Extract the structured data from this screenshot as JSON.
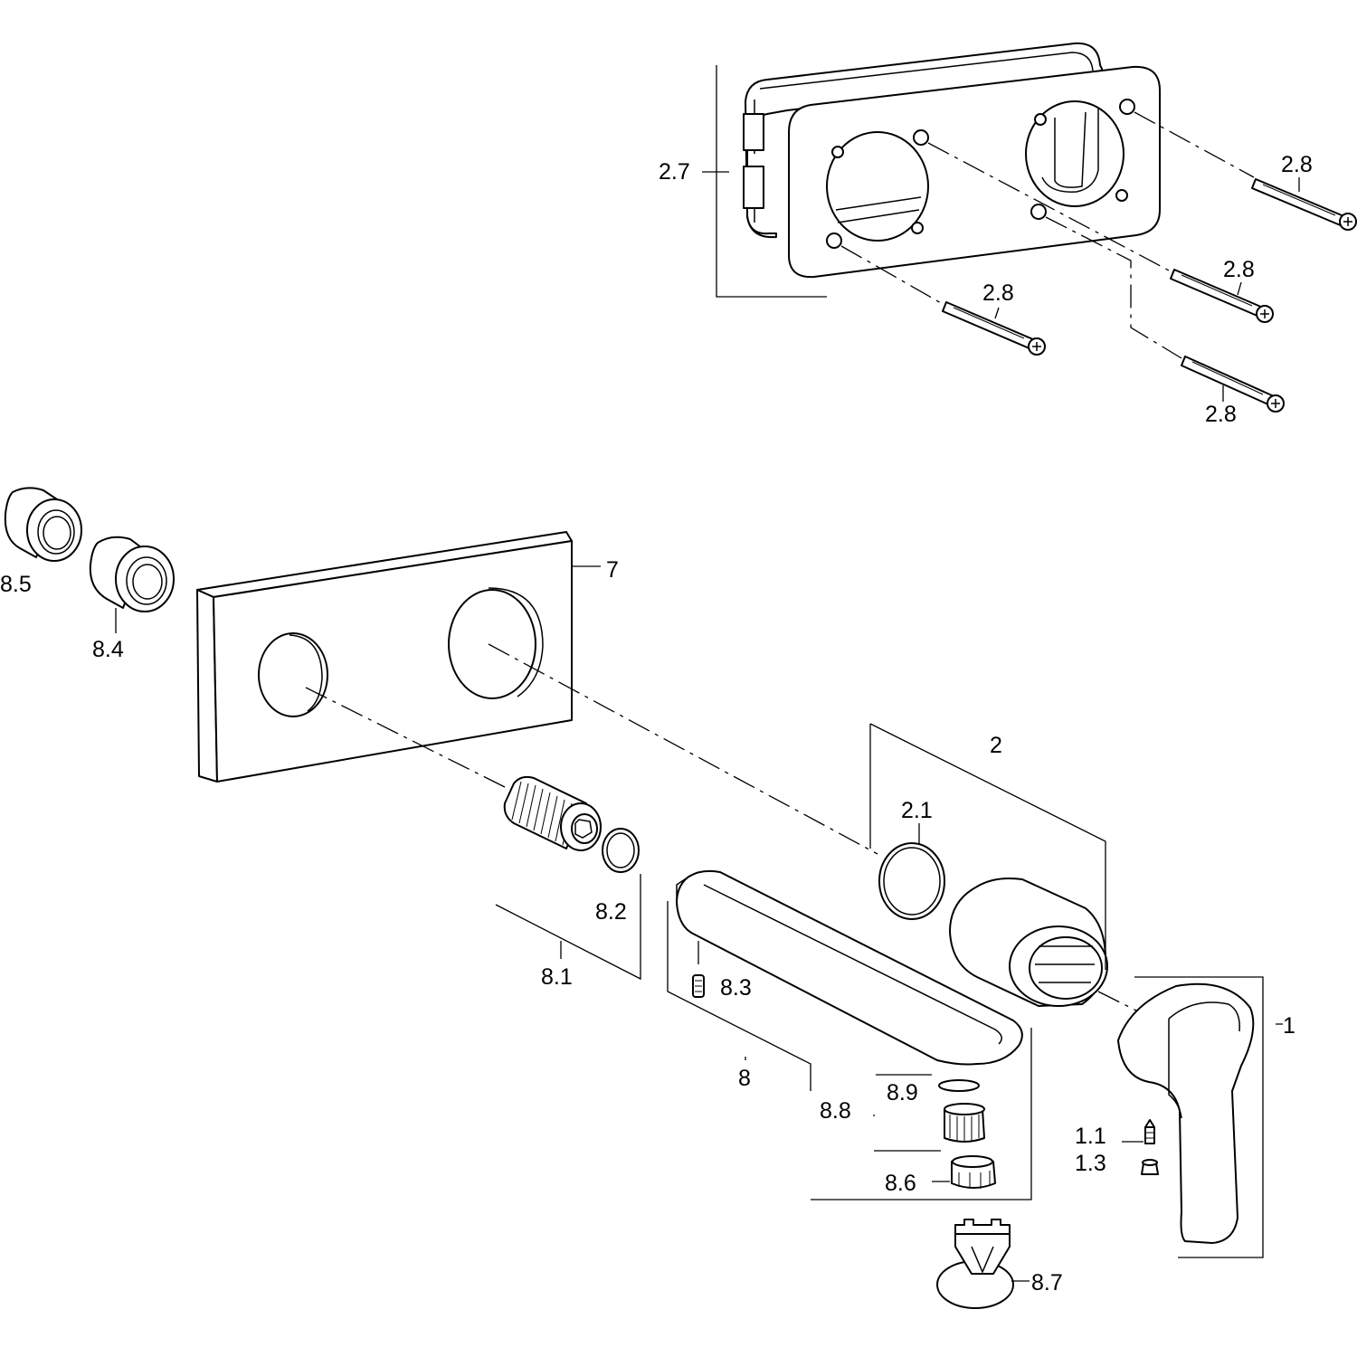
{
  "labels": {
    "l_2_7": "2.7",
    "l_2_8a": "2.8",
    "l_2_8b": "2.8",
    "l_2_8c": "2.8",
    "l_2_8d": "2.8",
    "l_8_5": "8.5",
    "l_8_4": "8.4",
    "l_7": "7",
    "l_2": "2",
    "l_2_1": "2.1",
    "l_8_2": "8.2",
    "l_8_1": "8.1",
    "l_8_3": "8.3",
    "l_8": "8",
    "l_8_8": "8.8",
    "l_8_9": "8.9",
    "l_8_6": "8.6",
    "l_8_7": "8.7",
    "l_1": "1",
    "l_1_1": "1.1",
    "l_1_3": "1.3"
  }
}
